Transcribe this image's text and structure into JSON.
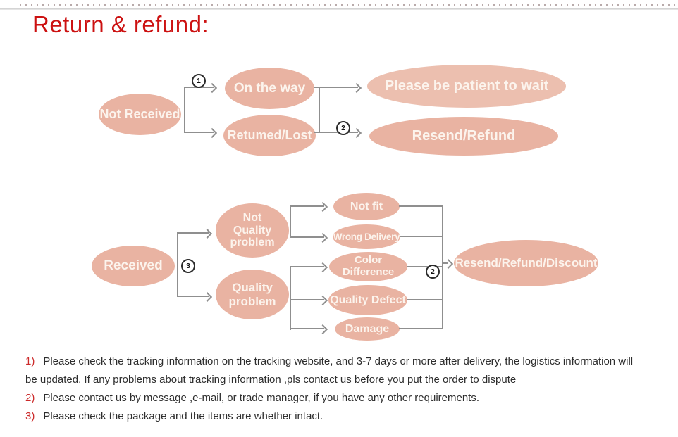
{
  "page": {
    "title": "Return & refund:"
  },
  "colors": {
    "title_red": "#cc1111",
    "note_number_red": "#cc2a2a",
    "ellipse_fill": "#e9b3a2",
    "ellipse_fill_light": "#ecbfaf",
    "ellipse_text": "#fcf4ed",
    "connector_gray": "#8f8f8f",
    "note_text": "#2d2d2d"
  },
  "flowchart": {
    "section_not_received": {
      "nodes": {
        "not_received": "Not Received",
        "on_the_way": "On the way",
        "returned_lost": "Retumed/Lost",
        "please_wait": "Please be patient to wait",
        "resend_refund": "Resend/Refund"
      },
      "steps": {
        "step1": "1",
        "step2": "2"
      }
    },
    "section_received": {
      "nodes": {
        "received": "Received",
        "not_quality_problem": "Not Quality problem",
        "quality_problem": "Quality problem",
        "not_fit": "Not fit",
        "wrong_delivery": "Wrong Delivery",
        "color_difference": "Color Difference",
        "quality_defect": "Quality Defect",
        "damage": "Damage",
        "resend_refund_discount": "Resend/Refund/Discount"
      },
      "steps": {
        "step3": "3",
        "step2": "2"
      }
    }
  },
  "notes": [
    {
      "num": "1)",
      "text": "Please check the tracking information on the tracking website, and 3-7 days or more after delivery, the logistics information will"
    },
    {
      "num": "",
      "text": "be updated. If any problems about tracking information ,pls contact us before you put the order to dispute"
    },
    {
      "num": "2)",
      "text": "Please contact us by message ,e-mail, or trade manager, if you have any other requirements."
    },
    {
      "num": "3)",
      "text": "Please check the package and the items are whether intact."
    }
  ]
}
